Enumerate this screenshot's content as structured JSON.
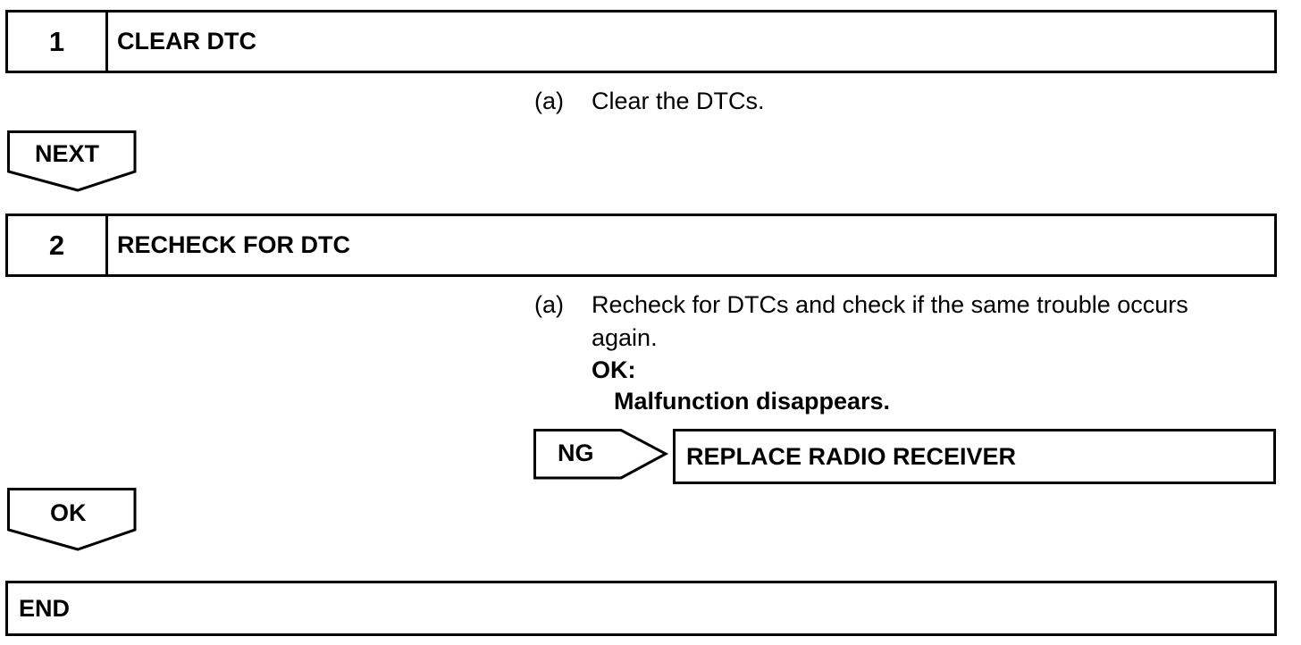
{
  "step1": {
    "number": "1",
    "title": "CLEAR DTC"
  },
  "step1_instruction": {
    "marker": "(a)",
    "text": "Clear the DTCs."
  },
  "next_label": "NEXT",
  "step2": {
    "number": "2",
    "title": "RECHECK FOR DTC"
  },
  "step2_instruction": {
    "marker": "(a)",
    "line1": "Recheck for DTCs and check if the same trouble occurs",
    "line2": "again.",
    "ok_heading": "OK:",
    "ok_result": "Malfunction disappears."
  },
  "ng_branch": {
    "label": "NG",
    "action": "REPLACE RADIO RECEIVER"
  },
  "ok_label": "OK",
  "end_label": "END"
}
